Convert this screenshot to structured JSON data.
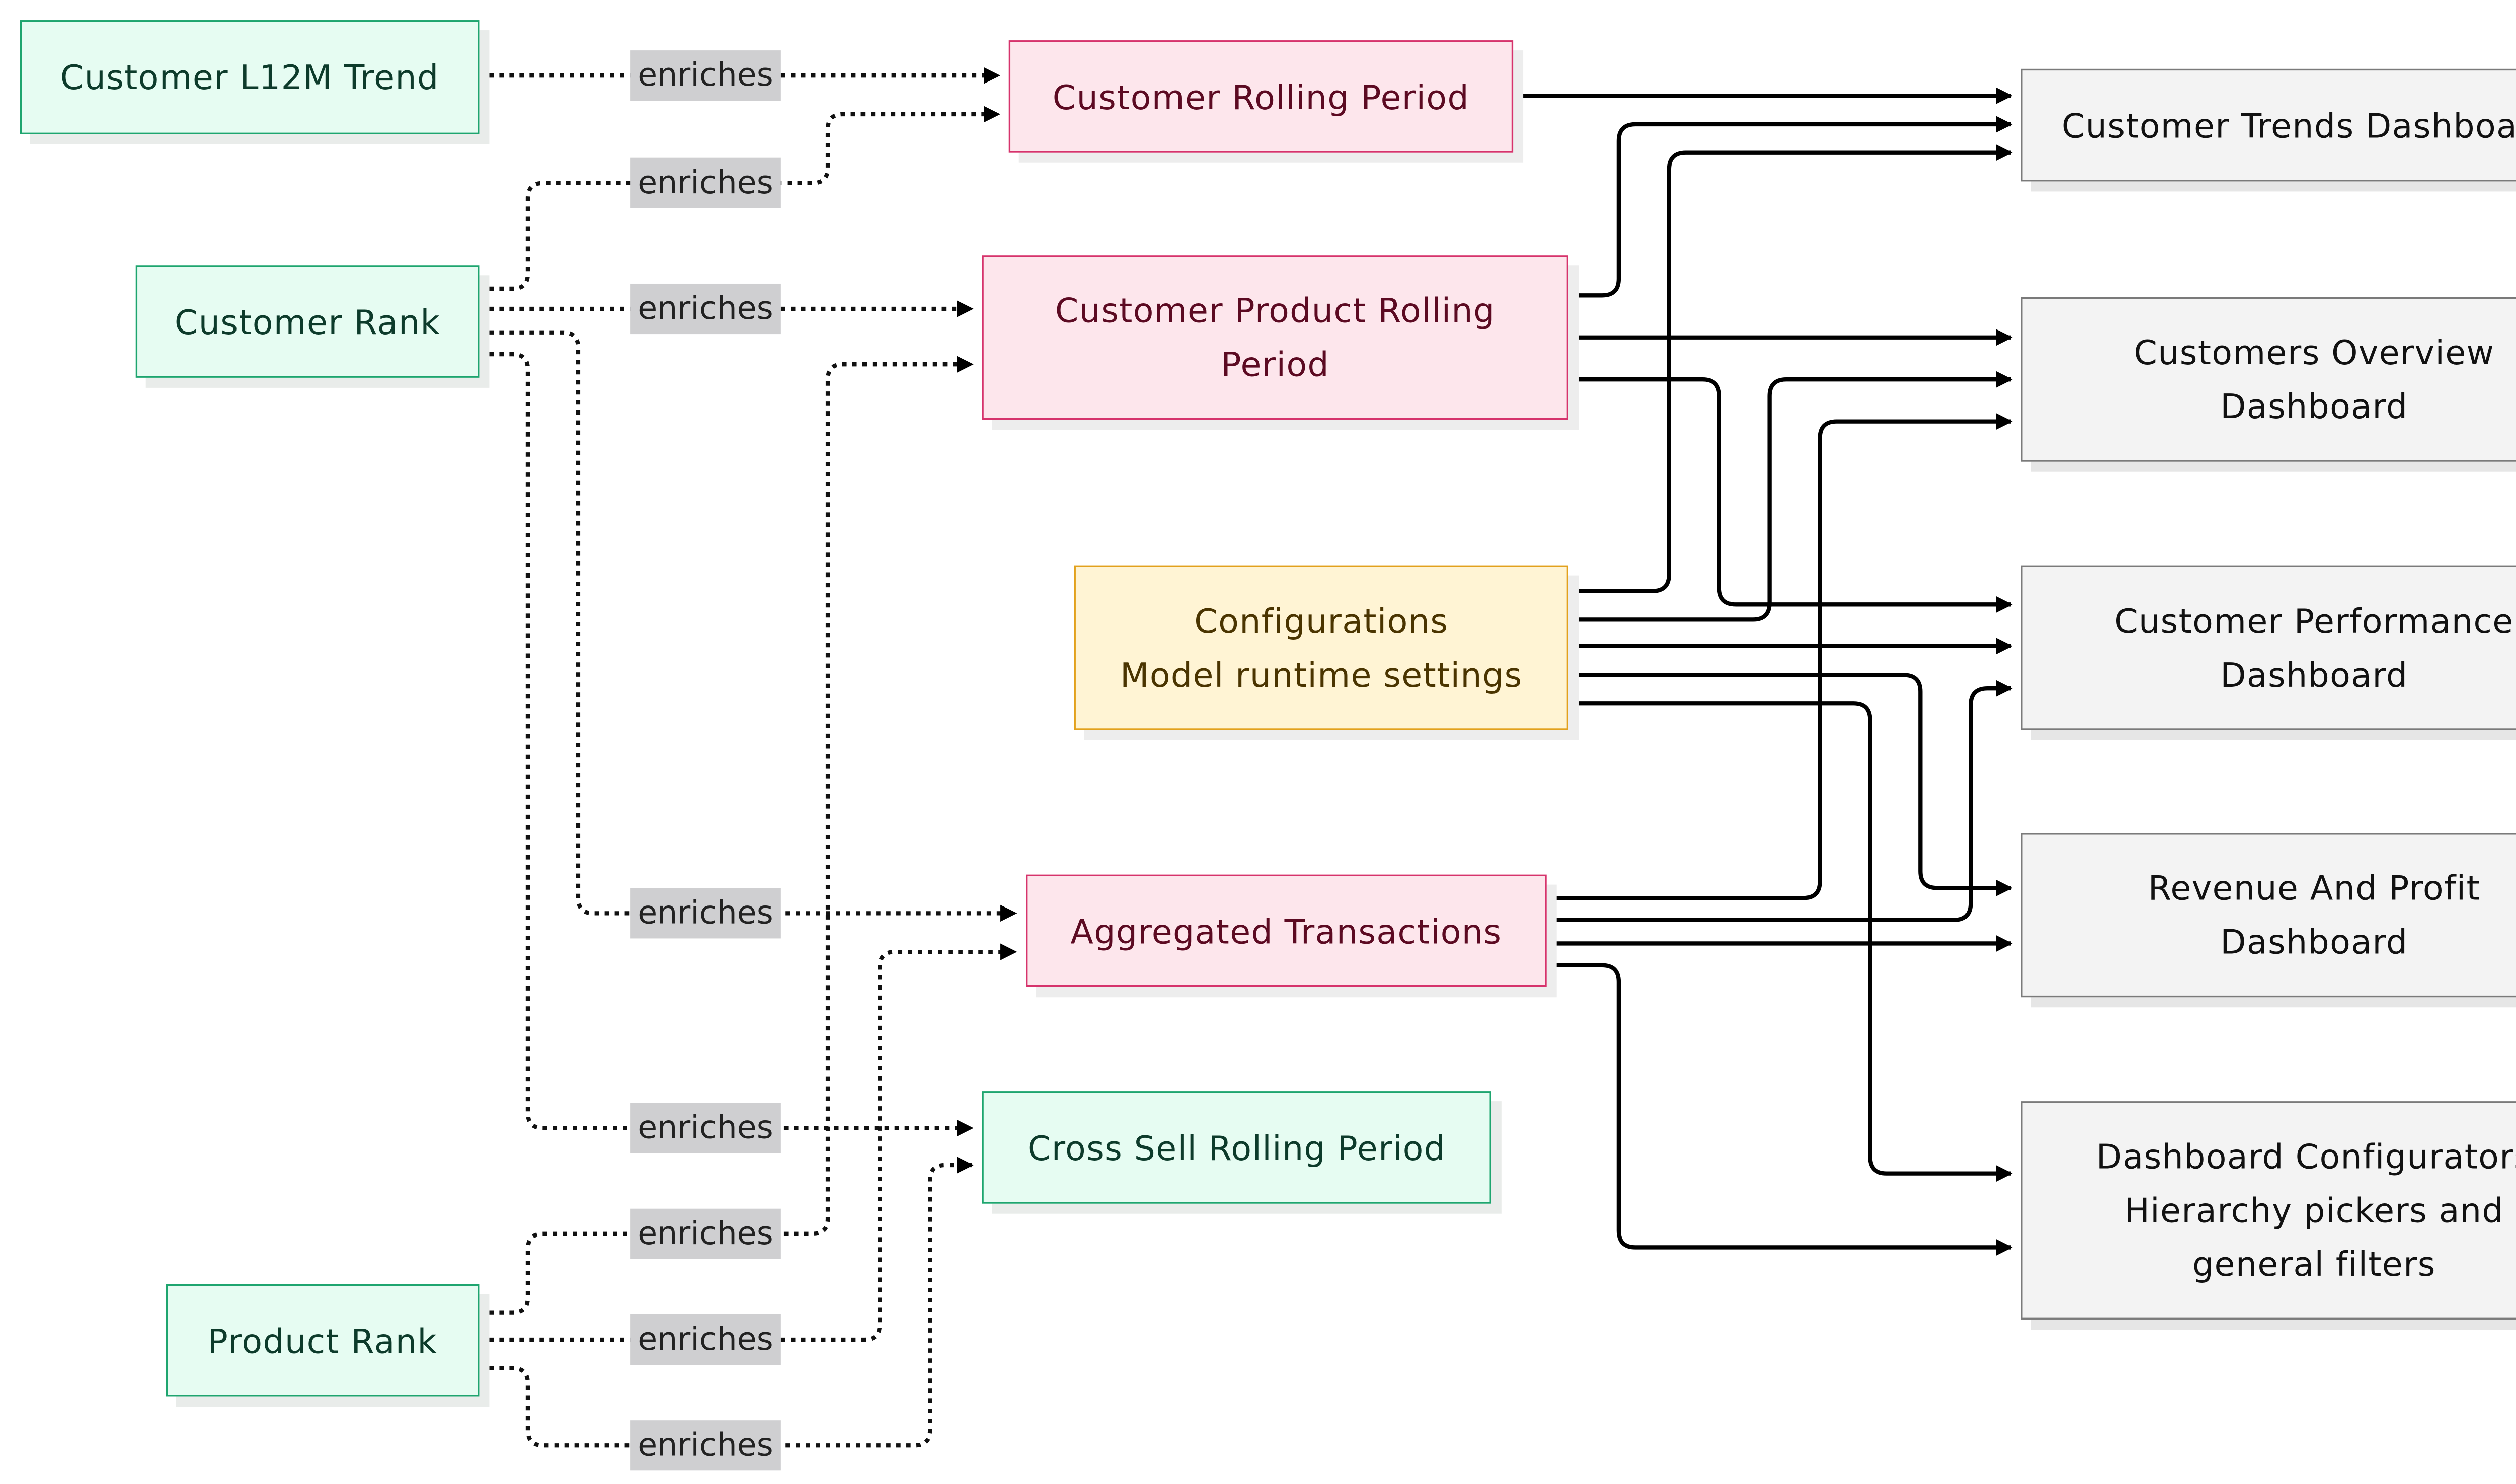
{
  "nodes": {
    "customer_l12m_trend": "Customer L12M Trend",
    "customer_rank": "Customer Rank",
    "product_rank": "Product Rank",
    "customer_rolling_period": "Customer Rolling Period",
    "customer_product_rolling_period": "Customer Product Rolling\nPeriod",
    "configurations": "Configurations\nModel runtime settings",
    "aggregated_transactions": "Aggregated Transactions",
    "cross_sell_rolling_period": "Cross Sell Rolling Period",
    "customer_trends_dashboard": "Customer Trends Dashboard",
    "customers_overview_dashboard": "Customers Overview\nDashboard",
    "customer_performance_dashboard": "Customer Performance\nDashboard",
    "revenue_and_profit_dashboard": "Revenue And Profit\nDashboard",
    "dashboard_configurators": "Dashboard Configurators\nHierarchy pickers and\ngeneral filters"
  },
  "edge_labels": [
    "enriches",
    "enriches",
    "enriches",
    "enriches",
    "enriches",
    "enriches",
    "enriches",
    "enriches"
  ],
  "colors": {
    "source_fill": "#e6fcf2",
    "source_border": "#1ea56f",
    "model_fill": "#fde6ec",
    "model_border": "#d6336c",
    "config_fill": "#fff4d4",
    "config_border": "#e2a11d",
    "dashboard_fill": "#f3f3f3",
    "dashboard_border": "#7a7a7a",
    "label_bg": "#cfcfd1"
  }
}
